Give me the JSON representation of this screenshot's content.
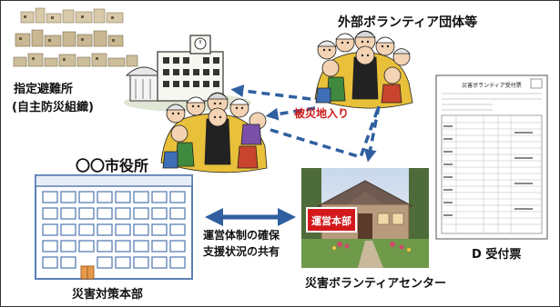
{
  "labels": {
    "shelter_line1": "指定避難所",
    "shelter_line2": "(自主防災組織)",
    "external_groups": "外部ボランティア団体等",
    "disaster_entry": "被災地入り",
    "city_hall": "〇〇市役所",
    "disaster_hq": "災害対策本部",
    "operation_line1": "運営体制の確保",
    "operation_line2": "支援状況の共有",
    "center_sign": "運営本部",
    "volunteer_center": "災害ボランティアセンター",
    "reception_slip": "D 受付票",
    "form_title": "災害ボランティア受付票"
  },
  "colors": {
    "arrow_blue": "#2f5fa0",
    "accent_red": "#cc1b1b",
    "building_blue": "#5a7fb4",
    "sign_red": "#d4191c"
  }
}
